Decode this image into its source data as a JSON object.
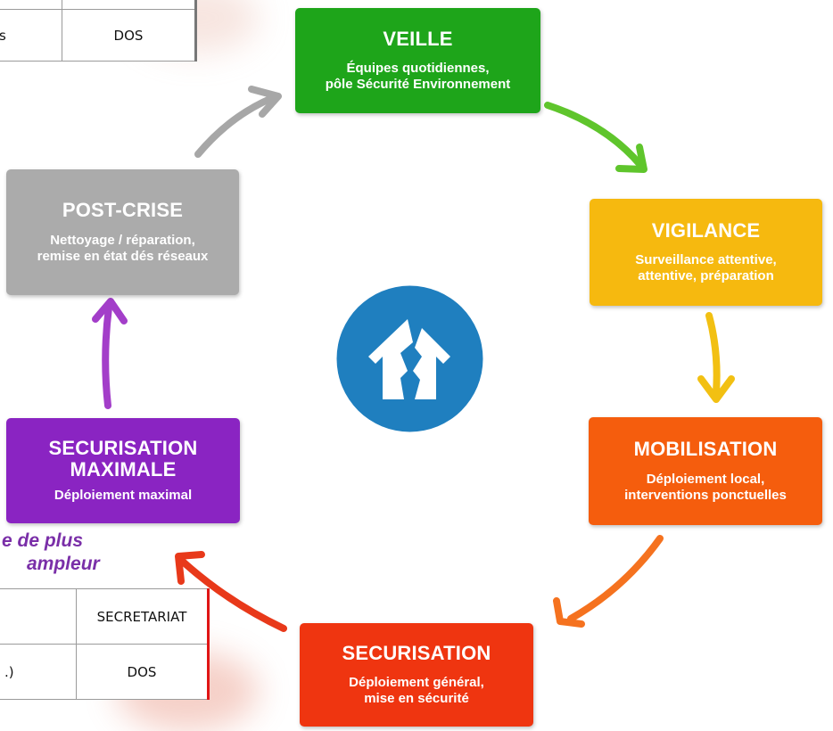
{
  "top_table": {
    "row2_left": "s",
    "row2_right": "DOS"
  },
  "bottom_table": {
    "row1_right": "SECRETARIAT",
    "row2_left": ".)",
    "row2_right": "DOS"
  },
  "cycle": [
    {
      "title": "VEILLE",
      "desc": "Équipes quotidiennes,\npôle Sécurité Environnement",
      "color": "#1ea51a"
    },
    {
      "title": "VIGILANCE",
      "desc": "Surveillance attentive,\nattentive, préparation",
      "color": "#f6b90f"
    },
    {
      "title": "MOBILISATION",
      "desc": "Déploiement local,\ninterventions ponctuelles",
      "color": "#f55d0d"
    },
    {
      "title": "SECURISATION",
      "desc": "Déploiement général,\nmise en sécurité",
      "color": "#ef3510"
    },
    {
      "title": "SECURISATION\nMAXIMALE",
      "desc": "Déploiement maximal",
      "color": "#8a24c2"
    },
    {
      "title": "POST-CRISE",
      "desc": "Nettoyage / réparation,\nremise en état dés réseaux",
      "color": "#ababab"
    }
  ],
  "caption": {
    "line1": "e de plus",
    "line2": "ampleur"
  },
  "center_icon": "broken-house-icon",
  "logo_color": "#1f7fbf"
}
